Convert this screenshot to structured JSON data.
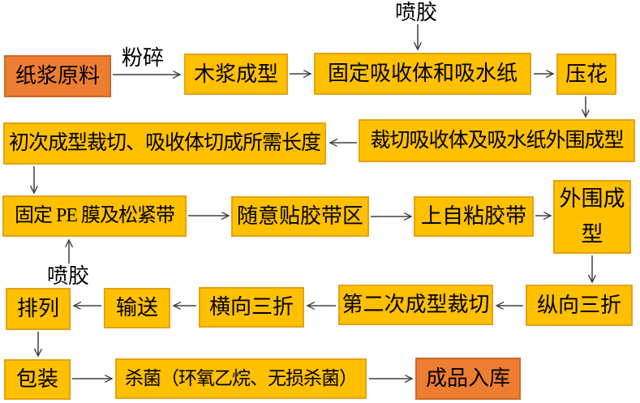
{
  "diagram": {
    "type": "flowchart",
    "description": "Paper pulp product manufacturing process flow",
    "colors": {
      "orange": "#ED7D31",
      "yellow": "#FFC000",
      "arrow": "#404040",
      "background": "#FFFFFF",
      "text": "#000000"
    },
    "nodes": [
      {
        "id": "pulp-raw-material",
        "label": "纸浆原料",
        "color": "orange"
      },
      {
        "id": "wood-pulp-forming",
        "label": "木浆成型",
        "color": "yellow"
      },
      {
        "id": "fix-absorbent-paper",
        "label": "固定吸收体和吸水纸",
        "color": "yellow"
      },
      {
        "id": "embossing",
        "label": "压花",
        "color": "yellow"
      },
      {
        "id": "cut-absorbent-outer",
        "label": "裁切吸收体及吸水纸外围成型",
        "color": "yellow"
      },
      {
        "id": "first-forming-cut",
        "label": "初次成型裁切、吸收体切成所需长度",
        "color": "yellow"
      },
      {
        "id": "fix-pe-film",
        "label": "固定 PE 膜及松紧带",
        "color": "yellow"
      },
      {
        "id": "tape-zone",
        "label": "随意贴胶带区",
        "color": "yellow"
      },
      {
        "id": "self-adhesive-tape",
        "label": "上自粘胶带",
        "color": "yellow"
      },
      {
        "id": "outer-forming",
        "label": "外围成型",
        "color": "yellow"
      },
      {
        "id": "vertical-trifold",
        "label": "纵向三折",
        "color": "yellow"
      },
      {
        "id": "second-forming-cut",
        "label": "第二次成型裁切",
        "color": "yellow"
      },
      {
        "id": "horizontal-trifold",
        "label": "横向三折",
        "color": "yellow"
      },
      {
        "id": "conveying",
        "label": "输送",
        "color": "yellow"
      },
      {
        "id": "arranging",
        "label": "排列",
        "color": "yellow"
      },
      {
        "id": "packaging",
        "label": "包装",
        "color": "yellow"
      },
      {
        "id": "sterilization",
        "label": "杀菌（环氧乙烷、无损杀菌）",
        "color": "yellow"
      },
      {
        "id": "finished-storage",
        "label": "成品入库",
        "color": "orange"
      }
    ],
    "edge_labels": {
      "spray_glue_top": "喷胶",
      "crush": "粉碎",
      "spray_glue_mid": "喷胶"
    }
  }
}
